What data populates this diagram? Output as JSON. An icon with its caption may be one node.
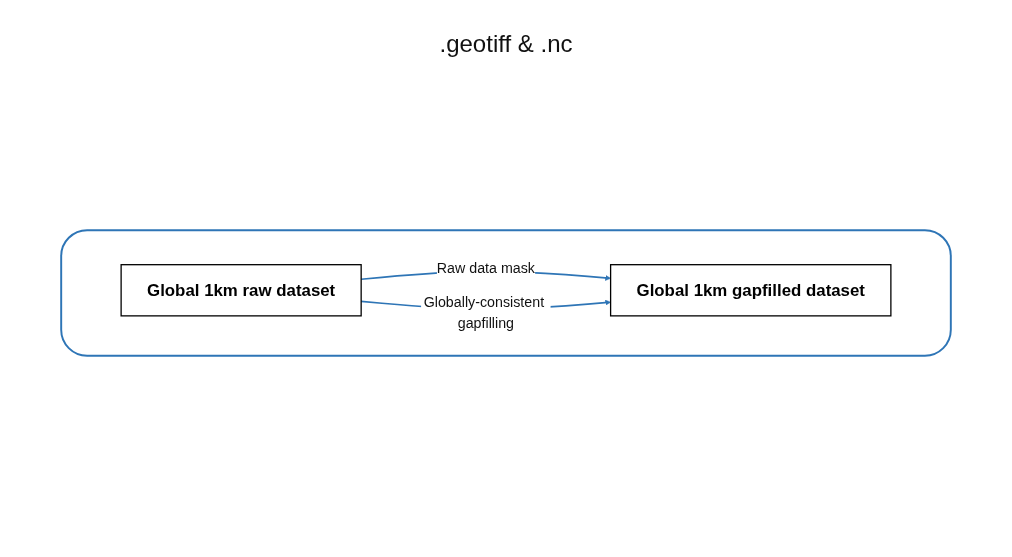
{
  "diagram": {
    "nodes": [
      {
        "text": [],
        "shape": "box"
      },
      {
        "text": [
          "Global 1km raw dataset"
        ],
        "in": 0
      },
      {
        "text": [
          "Global 1km gapfilled dataset"
        ],
        "in": 0
      }
    ],
    "edges": [
      {
        "from": 1,
        "to": 2,
        "arrow": "to",
        "label": "Raw data mask"
      },
      {
        "from": 1,
        "to": 2,
        "arrow": "to",
        "label": "Globally-consistent gapfilling"
      }
    ],
    "labels": [
      ".geotiff & .nc"
    ]
  }
}
